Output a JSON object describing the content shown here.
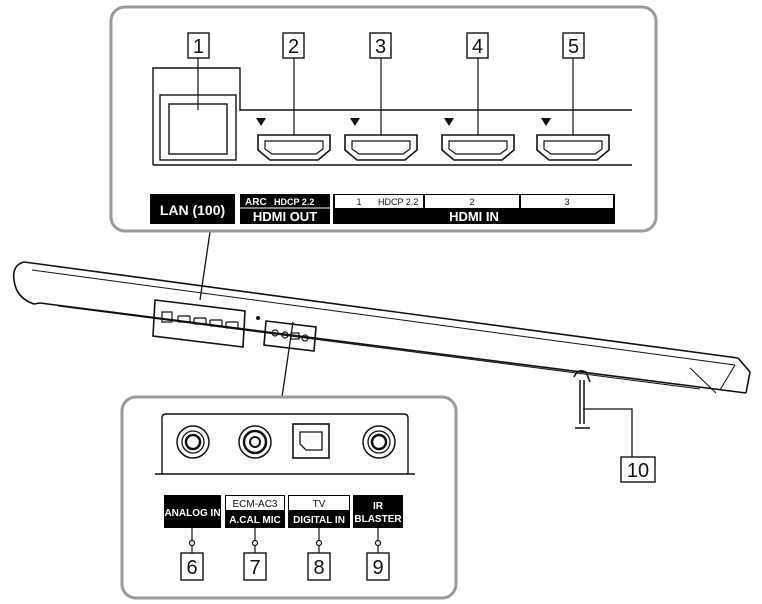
{
  "callouts": {
    "c1": "1",
    "c2": "2",
    "c3": "3",
    "c4": "4",
    "c5": "5",
    "c6": "6",
    "c7": "7",
    "c8": "8",
    "c9": "9",
    "c10": "10"
  },
  "top_panel": {
    "lan_label": "LAN (100)",
    "hdmi_out": {
      "arc": "ARC",
      "hdcp": "HDCP 2.2",
      "title": "HDMI OUT"
    },
    "hdmi_in": {
      "port1_num": "1",
      "port1_hdcp": "HDCP 2.2",
      "port2_num": "2",
      "port3_num": "3",
      "title": "HDMI IN"
    }
  },
  "bottom_panel": {
    "analog_in": "ANALOG IN",
    "ecm_line1": "ECM-AC3",
    "ecm_line2": "A.CAL MIC",
    "tv_line1": "TV",
    "tv_line2": "DIGITAL IN",
    "ir_line1": "IR",
    "ir_line2": "BLASTER"
  }
}
